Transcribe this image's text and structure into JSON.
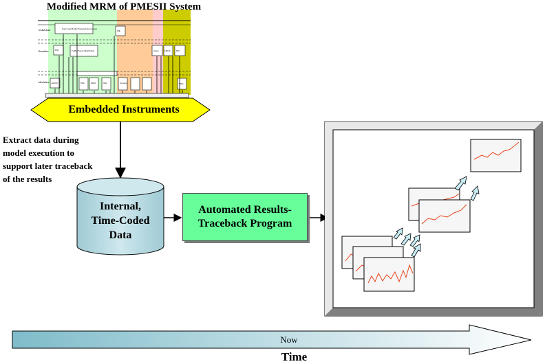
{
  "mrm": {
    "title": "Modified MRM of PMESII System",
    "row_labels": [
      "Individual",
      "Bundles",
      "Modules"
    ],
    "boxes": [
      "Fuel Cost Model Projected Economies",
      "PIE",
      "Traffic Power Distribution",
      "PIR",
      "Autos",
      "FMCS",
      "PM",
      "ECON",
      "POL",
      "INFO",
      "ISG",
      "Comms",
      "VMC"
    ]
  },
  "embedded_instruments_label": "Embedded Instruments",
  "extract_note": [
    "Extract data during",
    "model execution to",
    "support later traceback",
    "of the results"
  ],
  "data_store": {
    "lines": [
      "Internal,",
      "Time-Coded",
      "Data"
    ]
  },
  "program_box": {
    "lines": [
      "Automated Results-",
      "Traceback Program"
    ]
  },
  "timeline": {
    "now_label": "Now",
    "axis_label": "Time"
  },
  "colors": {
    "program_green": "#66ff99",
    "cylinder": "#b7dbe2",
    "instrument_yellow": "#ffff00",
    "trace_red": "#e8441c"
  }
}
